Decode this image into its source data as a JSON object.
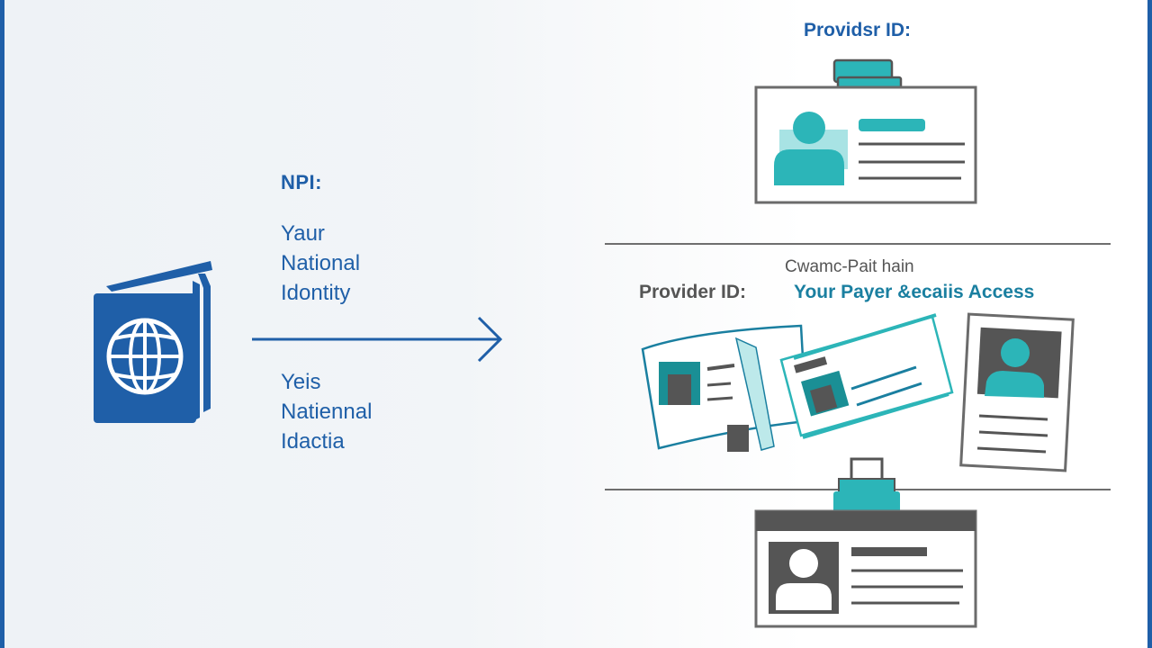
{
  "colors": {
    "primary_blue": "#1f5fa8",
    "teal": "#2cb5b8",
    "dark_gray": "#555555",
    "divider_gray": "#6e6e6e"
  },
  "left": {
    "npi_title": "NPI:",
    "block_1": [
      "Yaur",
      "National",
      "Idontity"
    ],
    "block_2": [
      "Yeis",
      "Natiennal",
      "Idactia"
    ]
  },
  "right": {
    "top_title": "Providsr ID:",
    "mid_subtitle": "Cwamc-Pait hain",
    "mid_left_label": "Provider ID:",
    "mid_right_label": "Your Payer &ecaiis Access"
  },
  "icons": [
    "passport-icon",
    "arrow-right-icon",
    "id-badge-icon",
    "id-cards-icon",
    "profile-card-icon"
  ]
}
